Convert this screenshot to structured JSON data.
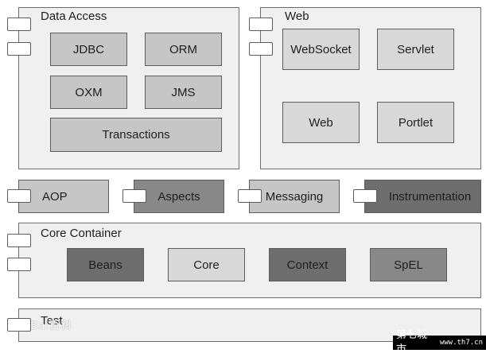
{
  "data_access": {
    "title": "Data Access",
    "items": {
      "jdbc": "JDBC",
      "orm": "ORM",
      "oxm": "OXM",
      "jms": "JMS",
      "transactions": "Transactions"
    }
  },
  "web": {
    "title": "Web",
    "items": {
      "websocket": "WebSocket",
      "servlet": "Servlet",
      "web": "Web",
      "portlet": "Portlet"
    }
  },
  "middle_row": {
    "aop": "AOP",
    "aspects": "Aspects",
    "messaging": "Messaging",
    "instrumentation": "Instrumentation"
  },
  "core_container": {
    "title": "Core Container",
    "items": {
      "beans": "Beans",
      "core": "Core",
      "context": "Context",
      "spel": "SpEL"
    }
  },
  "test": {
    "title": "Test"
  },
  "watermarks": {
    "left": "Bai百科",
    "right_main": "第七城市",
    "right_small": "www.th7.cn"
  },
  "colors": {
    "panel": "#f0f0f0",
    "light_box": "#d8d8d8",
    "dark_box": "#888888",
    "darker_box": "#6e6e6e",
    "border": "#5c5c5c"
  }
}
